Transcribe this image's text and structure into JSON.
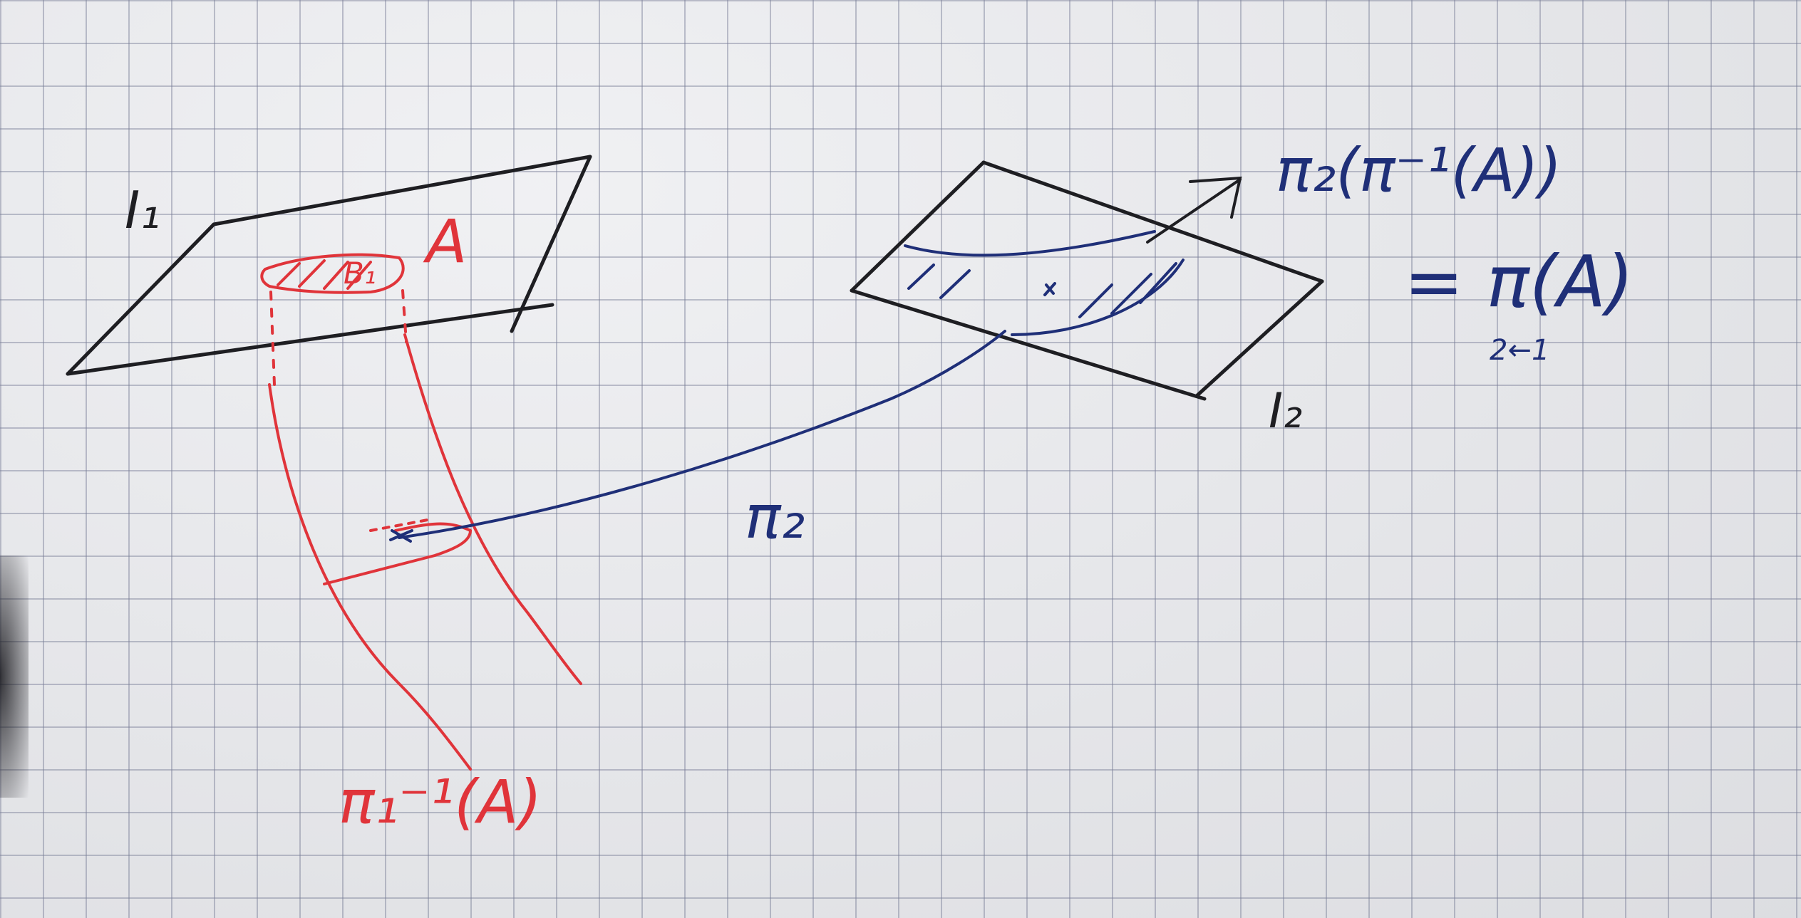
{
  "colors": {
    "black_ink": "#1e1e22",
    "red_ink": "#e0343a",
    "blue_ink": "#1f2f78",
    "paper": "#e8e9ed",
    "grid": "#8a8fa6"
  },
  "labels": {
    "space_1": "I₁",
    "space_2": "I₂",
    "set_a": "A",
    "set_b": "B₁",
    "preimage": "π₁⁻¹(A)",
    "projection": "π₂",
    "result_line_1": "π₂(π⁻¹(A))",
    "result_line_2": "= π(A)",
    "result_subscript": "2←1"
  }
}
